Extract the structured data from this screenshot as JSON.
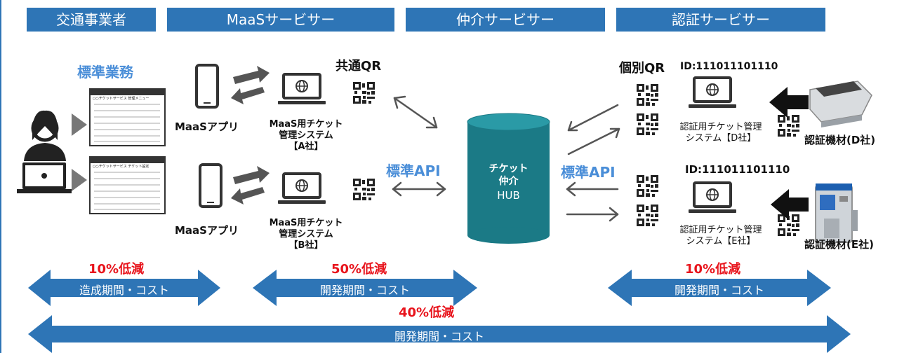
{
  "headers": [
    "交通事業者",
    "MaaSサービサー",
    "仲介サービサー",
    "認証サービサー"
  ],
  "labels": {
    "standard_ops": "標準業務",
    "common_qr": "共通QR",
    "individual_qr": "個別QR",
    "id1": "ID:111011101110",
    "id2": "ID:111011101110",
    "maas_app_1": "MaaSアプリ",
    "maas_app_2": "MaaSアプリ",
    "sys_a_1": "MaaS用チケット",
    "sys_a_2": "管理システム",
    "sys_a_3": "【A社】",
    "sys_b_1": "MaaS用チケット",
    "sys_b_2": "管理システム",
    "sys_b_3": "【B社】",
    "std_api_left": "標準API",
    "std_api_right": "標準API",
    "hub_1": "チケット",
    "hub_2": "仲介",
    "hub_3": "HUB",
    "auth_d_1": "認証用チケット管理",
    "auth_d_2": "システム【D社】",
    "auth_e_1": "認証用チケット管理",
    "auth_e_2": "システム【E社】",
    "device_d": "認証機材(D社)",
    "device_e": "認証機材(E社)",
    "doc1_title": "○○チケットサービス 管理メニュー",
    "doc2_title": "○○チケットサービス チケット設定"
  },
  "reductions": {
    "r1": "10%低減",
    "r2": "50%低減",
    "r3": "10%低減",
    "r4": "40%低減"
  },
  "arrows": {
    "a1": "造成期間・コスト",
    "a2": "開発期間・コスト",
    "a3": "開発期間・コスト",
    "a4": "開発期間・コスト"
  },
  "colors": {
    "header_blue": "#2e75b6",
    "api_blue": "#4a8ed8",
    "reduction_red": "#e8141c",
    "hub_teal": "#1b7a86",
    "dark_gray": "#4a4a4a"
  }
}
